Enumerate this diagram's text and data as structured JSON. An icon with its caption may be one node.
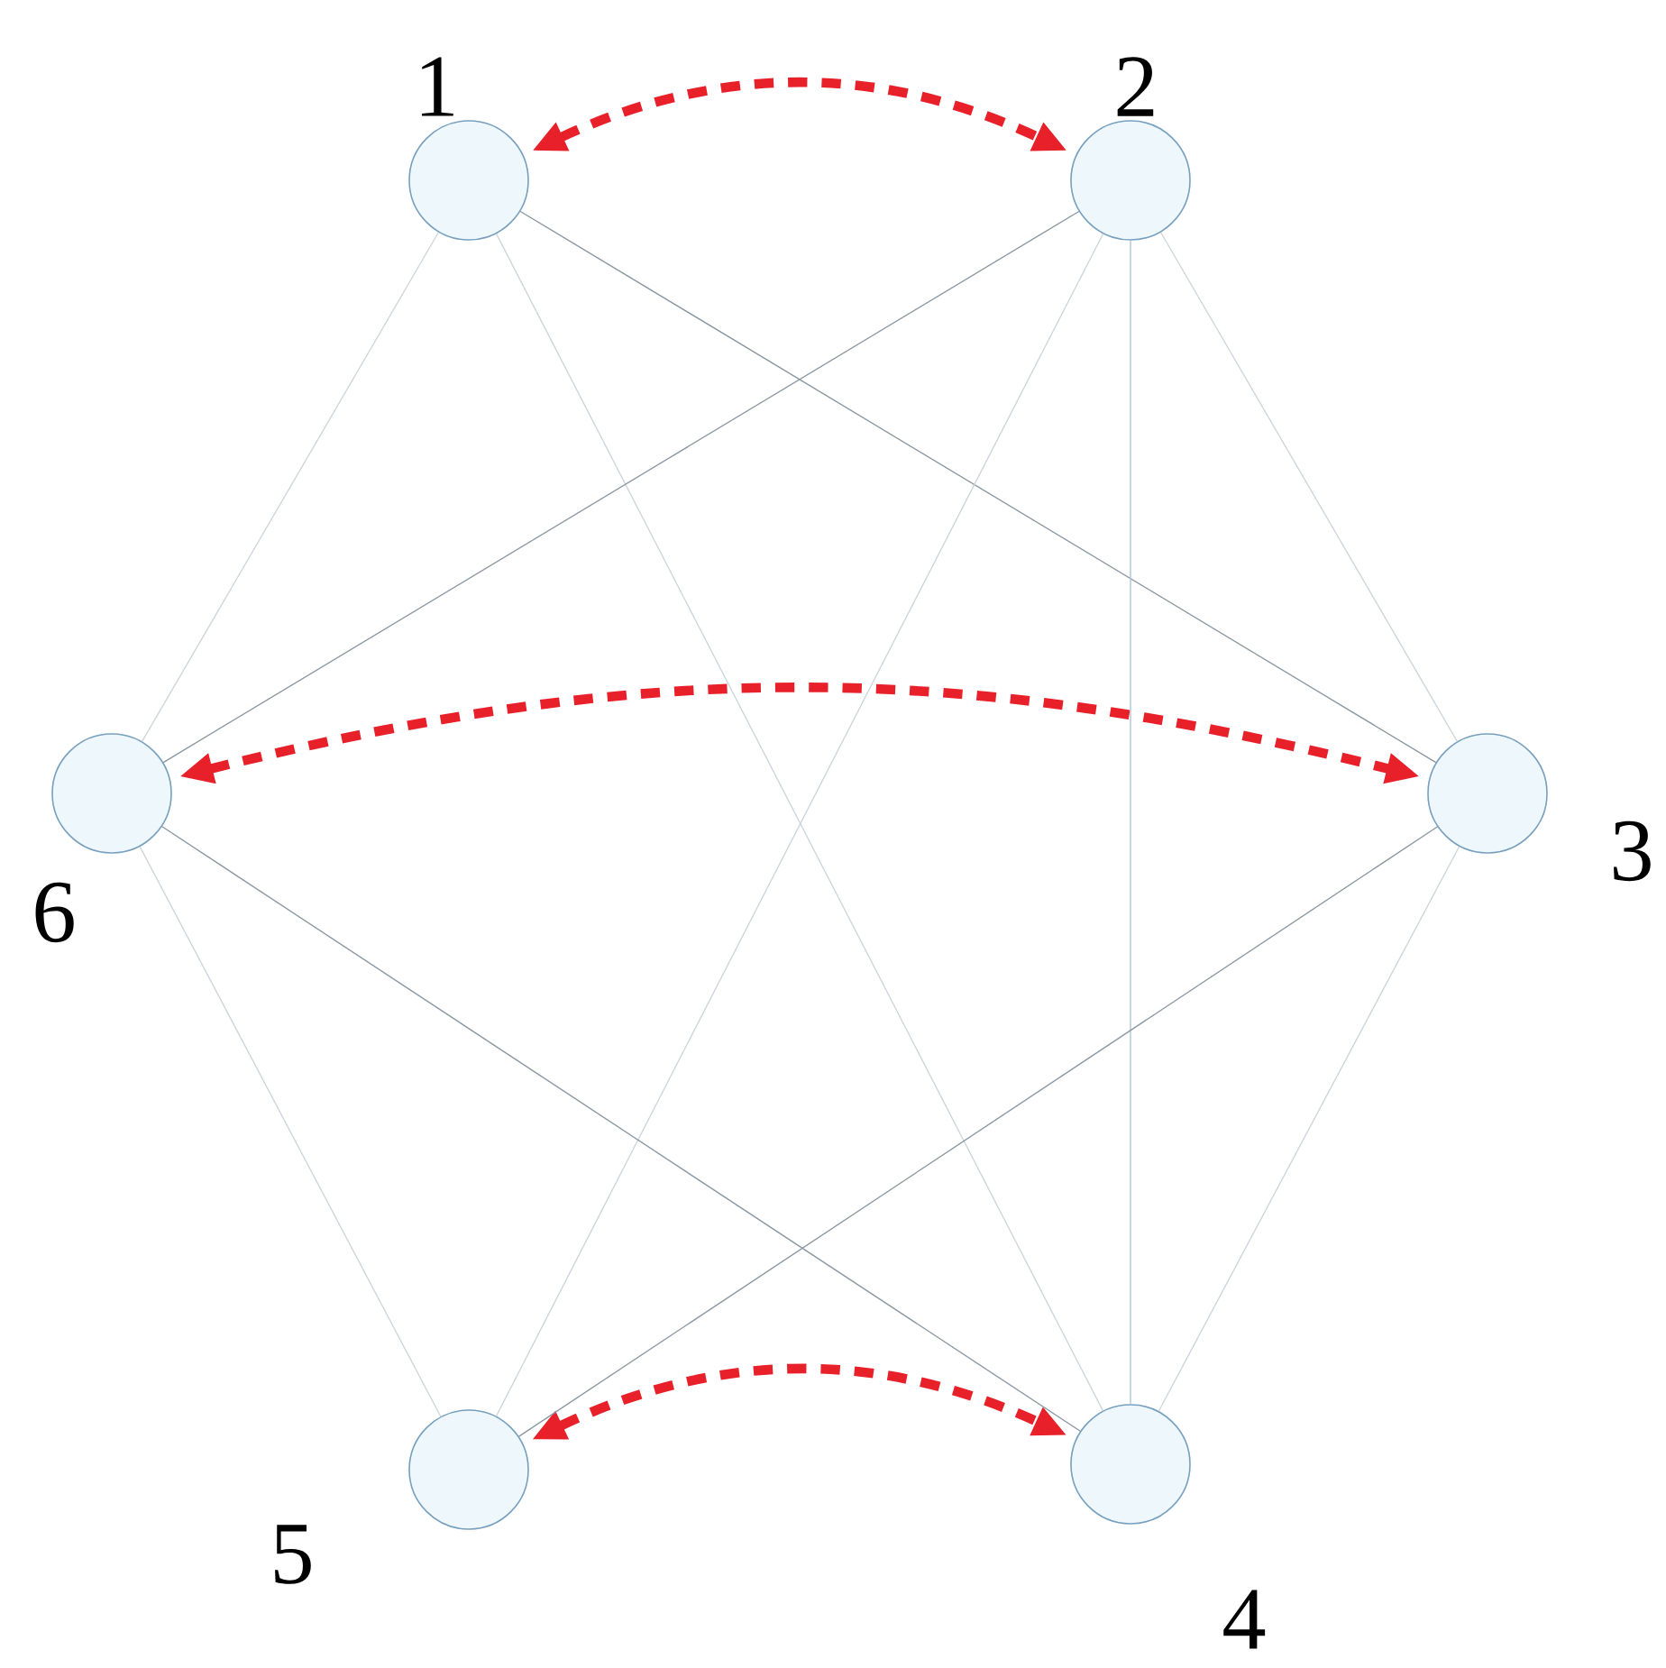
{
  "diagram": {
    "nodes": [
      {
        "text": [],
        "shape": "circle",
        "beside": [
          "1"
        ]
      },
      {
        "text": [],
        "shape": "circle",
        "beside": [
          "2"
        ]
      },
      {
        "text": [],
        "shape": "circle",
        "beside": [
          "3"
        ]
      },
      {
        "text": [],
        "shape": "circle",
        "beside": [
          "4"
        ]
      },
      {
        "text": [],
        "shape": "circle",
        "beside": [
          "5"
        ]
      },
      {
        "text": [],
        "shape": "circle",
        "beside": [
          "6"
        ]
      }
    ],
    "edges": [
      {
        "from": 0,
        "to": 1,
        "arrow": "both",
        "style": "dashed",
        "color": "#e8202a"
      },
      {
        "from": 5,
        "to": 2,
        "arrow": "both",
        "style": "dashed",
        "color": "#e8202a"
      },
      {
        "from": 4,
        "to": 3,
        "arrow": "both",
        "style": "dashed",
        "color": "#e8202a"
      },
      {
        "from": 0,
        "to": 5,
        "arrow": "none"
      },
      {
        "from": 0,
        "to": 3,
        "arrow": "none"
      },
      {
        "from": 0,
        "to": 2,
        "arrow": "none",
        "color": "#8a96a0"
      },
      {
        "from": 1,
        "to": 5,
        "arrow": "none",
        "color": "#8a96a0"
      },
      {
        "from": 1,
        "to": 3,
        "arrow": "none",
        "color": "#a8c4d4"
      },
      {
        "from": 1,
        "to": 2,
        "arrow": "none"
      },
      {
        "from": 1,
        "to": 4,
        "arrow": "none"
      },
      {
        "from": 5,
        "to": 3,
        "arrow": "none",
        "color": "#8a96a0"
      },
      {
        "from": 5,
        "to": 4,
        "arrow": "none"
      },
      {
        "from": 2,
        "to": 4,
        "arrow": "none",
        "color": "#8a96a0"
      },
      {
        "from": 2,
        "to": 3,
        "arrow": "none"
      }
    ]
  }
}
